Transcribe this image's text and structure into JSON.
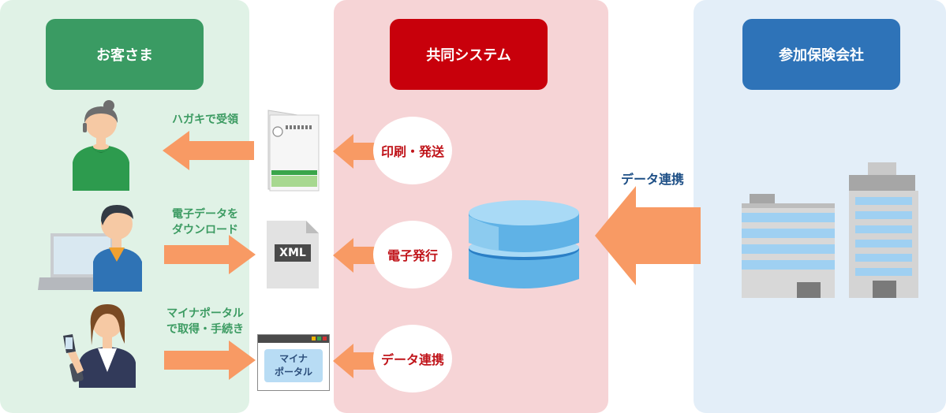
{
  "colors": {
    "customer_bg": "#e0f2e6",
    "system_bg": "#f6d4d6",
    "insurer_bg": "#e3eef8",
    "customer_header": "#3a9b63",
    "system_header": "#c8000b",
    "insurer_header": "#2e73b8",
    "arrow": "#f89a64"
  },
  "columns": {
    "customer": {
      "title": "お客さま"
    },
    "system": {
      "title": "共同システム"
    },
    "insurer": {
      "title": "参加保険会社"
    }
  },
  "customer_actions": [
    {
      "label": "ハガキで受領",
      "icon": "woman-customer-icon"
    },
    {
      "label_line1": "電子データを",
      "label_line2": "ダウンロード",
      "icon": "man-with-laptop-icon"
    },
    {
      "label_line1": "マイナポータル",
      "label_line2": "で取得・手続き",
      "icon": "woman-with-smartphone-icon"
    }
  ],
  "documents": {
    "postcard": "postcard-icon",
    "xml_label": "XML",
    "portal_line1": "マイナ",
    "portal_line2": "ポータル"
  },
  "system_processes": [
    {
      "label": "印刷・発送"
    },
    {
      "label": "電子発行"
    },
    {
      "label": "データ連携"
    }
  ],
  "insurer_link": {
    "label": "データ連携"
  }
}
